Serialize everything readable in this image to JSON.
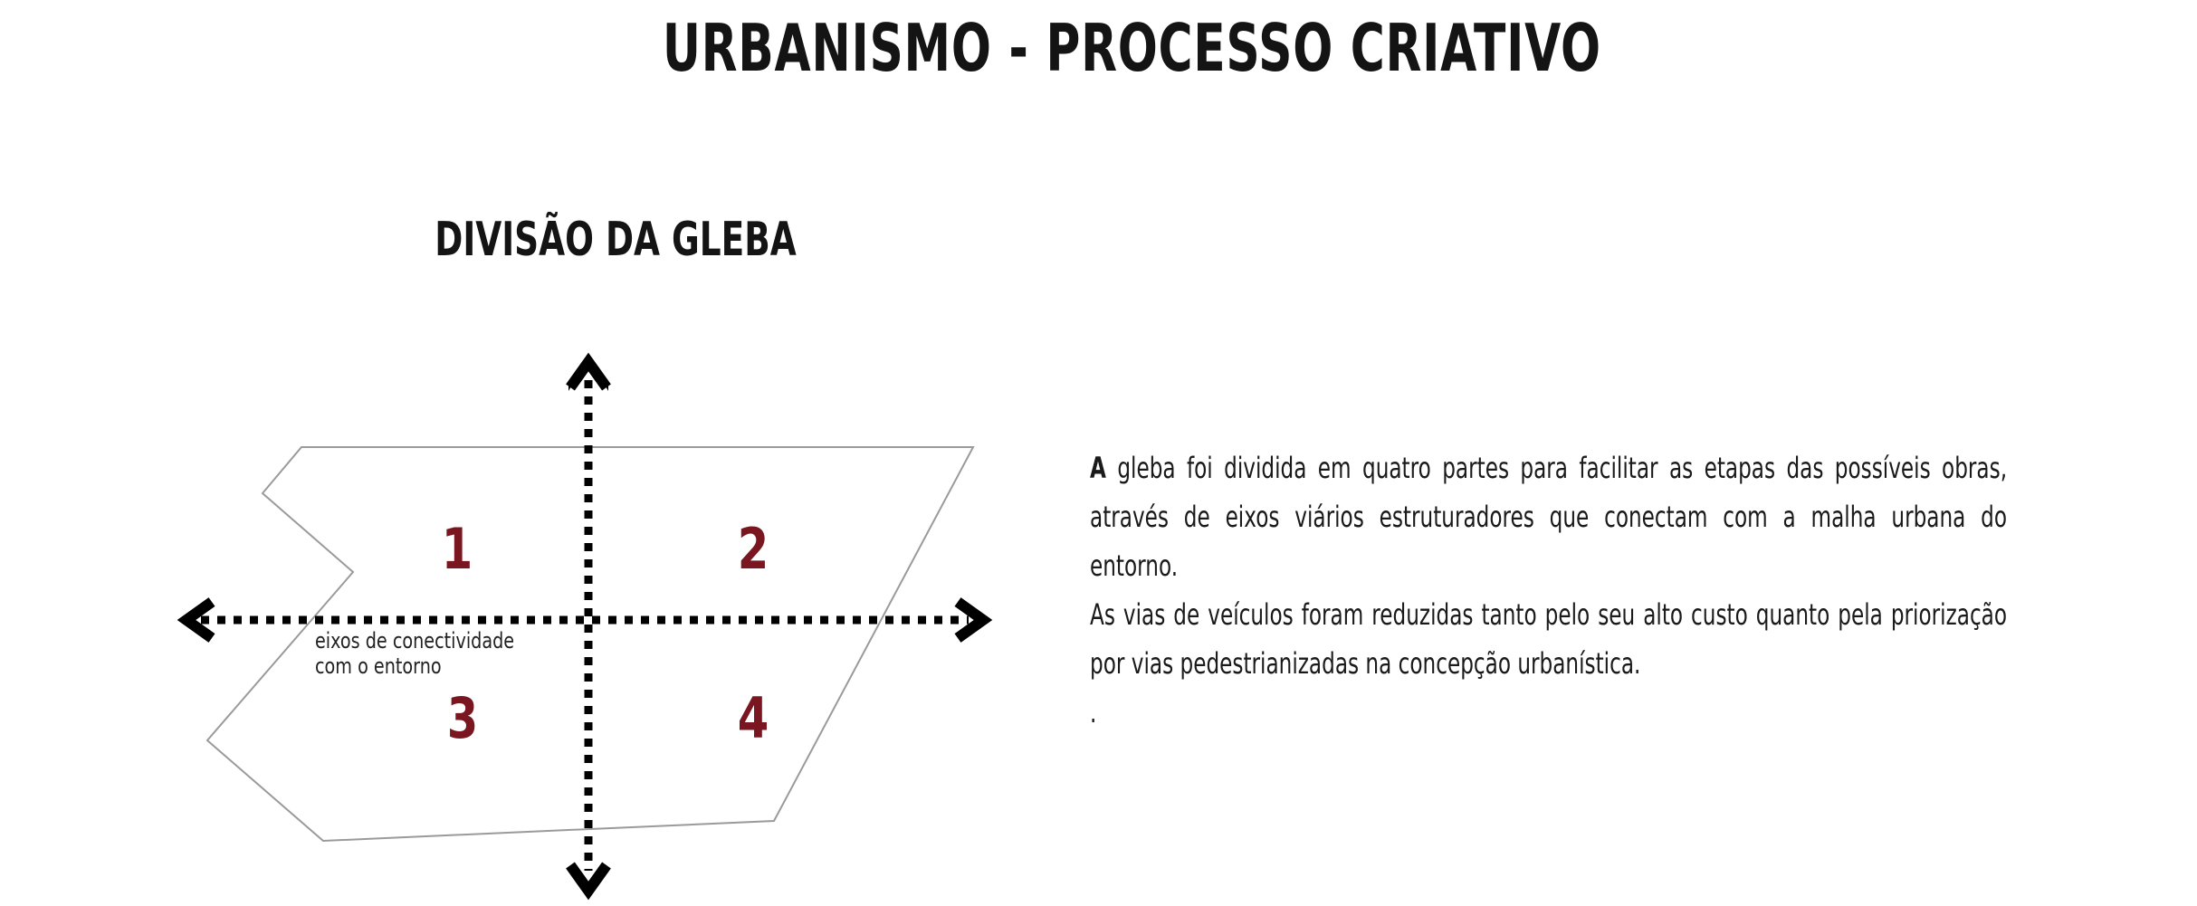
{
  "header": {
    "title": "URBANISMO - PROCESSO CRIATIVO"
  },
  "section": {
    "title": "DIVISÃO DA GLEBA"
  },
  "diagram": {
    "parts": [
      "1",
      "2",
      "3",
      "4"
    ],
    "axis_label_line1": "eixos de conectividade",
    "axis_label_line2": "com o entorno",
    "part_color": "#7a1620",
    "outline_color": "#9a9a9a",
    "axis_color": "#000000"
  },
  "description": {
    "lead": "A",
    "paragraph1": "gleba foi dividida em quatro partes para facilitar as etapas das possíveis obras, através de eixos viários estruturadores que conectam com a malha urbana do entorno.",
    "paragraph2": "As vias de veículos foram reduzidas tanto pelo seu alto custo quanto pela priorização por vias pedestrianizadas na concepção urbanística.",
    "trailing": "."
  }
}
